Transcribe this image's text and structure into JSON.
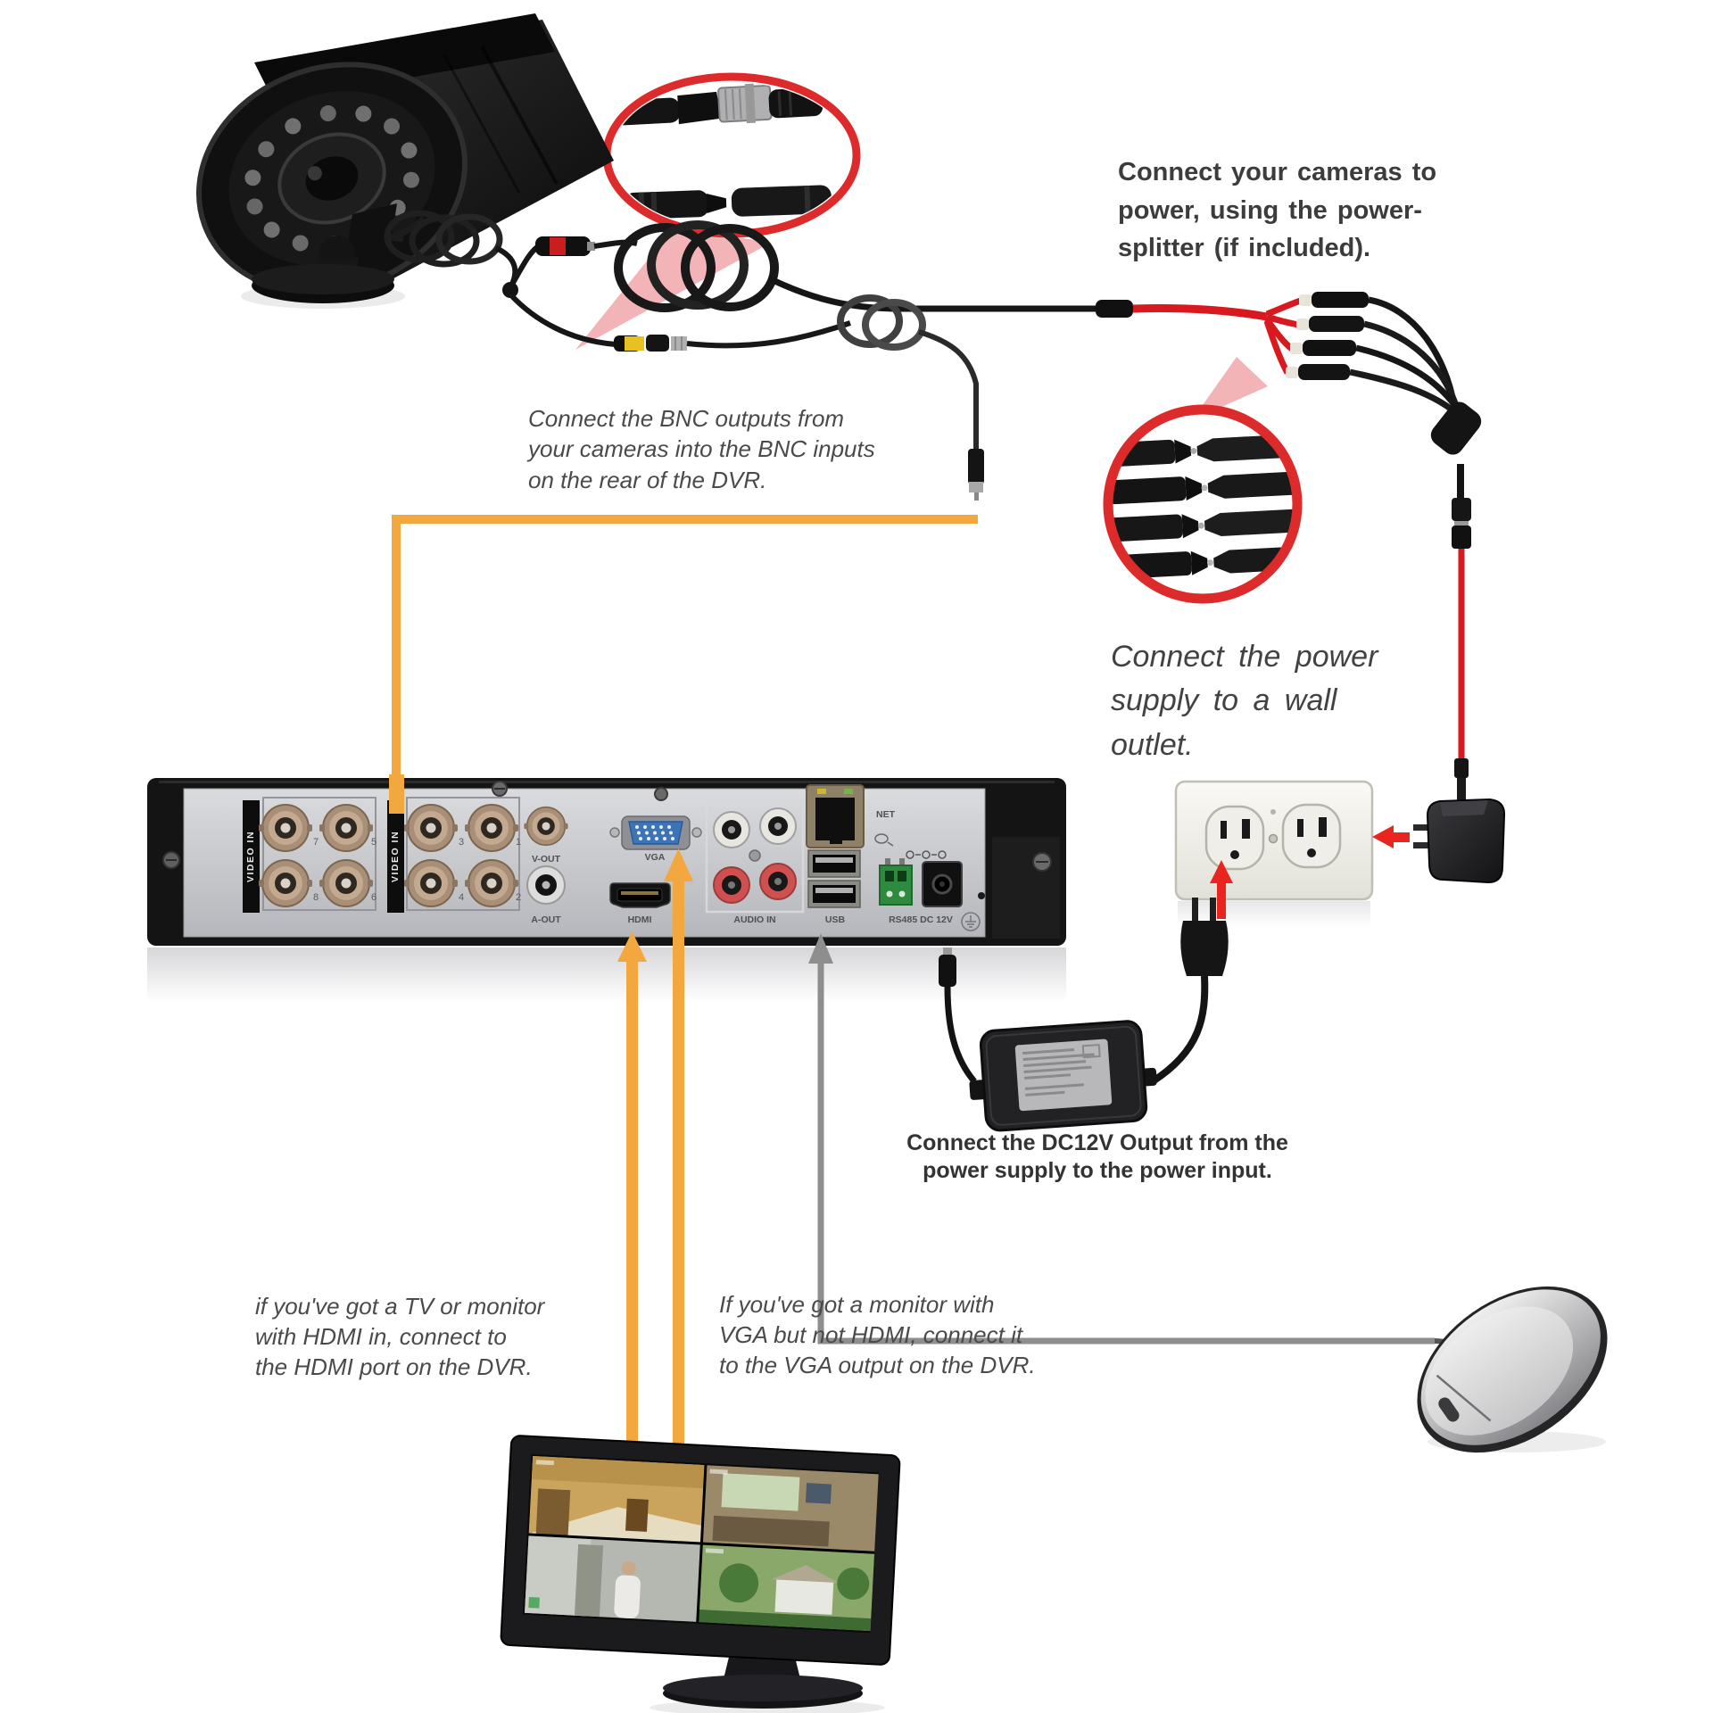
{
  "instructions": {
    "power_splitter": "Connect your cameras to\npower, using the power-\nsplitter (if included).",
    "bnc": "Connect the BNC outputs from\nyour cameras into the BNC inputs\non the rear of the DVR.",
    "wall_outlet": "Connect the power\nsupply to a wall\noutlet.",
    "dc12v": "Connect the DC12V Output from the\npower supply to the power input.",
    "hdmi": "if you've got a TV or monitor\nwith HDMI in, connect to\nthe HDMI port on the DVR.",
    "vga": "If you've got a monitor with\nVGA but not HDMI, connect it\nto the VGA output on the DVR."
  },
  "dvr_labels": {
    "video_in": "VIDEO IN",
    "vout": "V-OUT",
    "aout": "A-OUT",
    "vga": "VGA",
    "hdmi": "HDMI",
    "audio_in": "AUDIO IN",
    "net": "NET",
    "usb": "USB",
    "rs485": "RS485 DC 12V",
    "bnc_numbers": [
      "7",
      "5",
      "8",
      "6",
      "3",
      "1",
      "4",
      "2"
    ]
  },
  "colors": {
    "highlight_orange": "#f2a83e",
    "cable_red": "#d8191f",
    "callout_ring_red": "#dd2b2b",
    "callout_pink": "#f3b4b8",
    "arrow_red": "#e8251f",
    "usb_line_gray": "#8e8e8e"
  }
}
